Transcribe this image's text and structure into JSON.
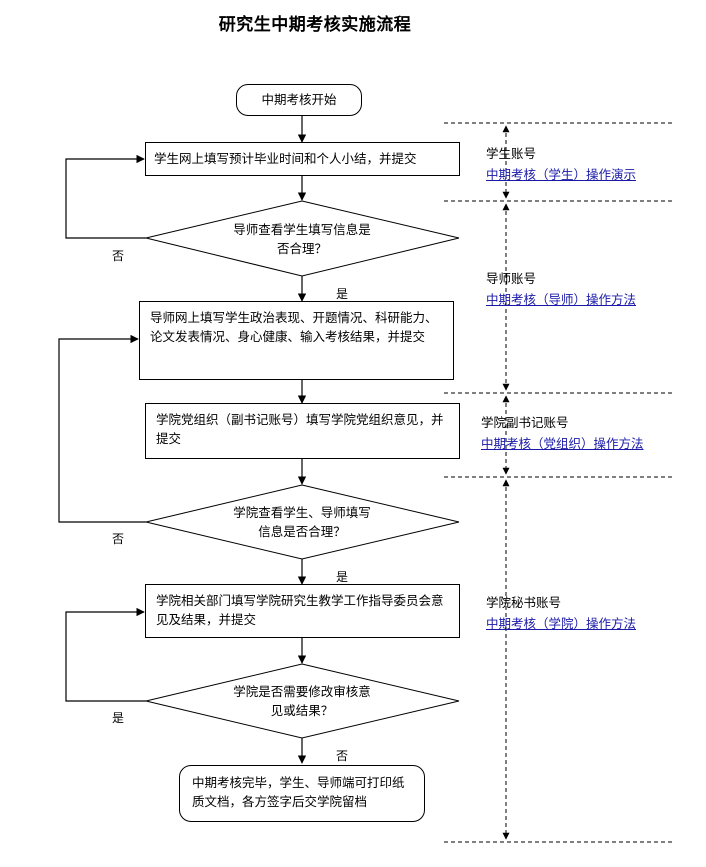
{
  "title": "研究生中期考核实施流程",
  "steps": {
    "start": "中期考核开始",
    "s1": "学生网上填写预计毕业时间和个人小结，并提交",
    "d1": [
      "导师查看学生填写信息是",
      "否合理？"
    ],
    "s2": "导师网上填写学生政治表现、开题情况、科研能力、论文发表情况、身心健康、输入考核结果，并提交",
    "s3": "学院党组织（副书记账号）填写学院党组织意见，并提交",
    "d2": [
      "学院查看学生、导师填写",
      "信息是否合理？"
    ],
    "s4": "学院相关部门填写学院研究生教学工作指导委员会意见及结果，并提交",
    "d3": [
      "学院是否需要修改审核意",
      "见或结果？"
    ],
    "end": "中期考核完毕，学生、导师端可打印纸质文档，各方签字后交学院留档"
  },
  "labels": {
    "d1_no": "否",
    "d1_yes": "是",
    "d2_no": "否",
    "d2_yes": "是",
    "d3_yes": "是",
    "d3_no": "否"
  },
  "accounts": [
    {
      "role": "学生账号",
      "link": "中期考核（学生）操作演示"
    },
    {
      "role": "导师账号",
      "link": "中期考核（导师）操作方法"
    },
    {
      "role": "学院副书记账号",
      "link": "中期考核（党组织）操作方法"
    },
    {
      "role": "学院秘书账号",
      "link": "中期考核（学院）操作方法"
    }
  ]
}
